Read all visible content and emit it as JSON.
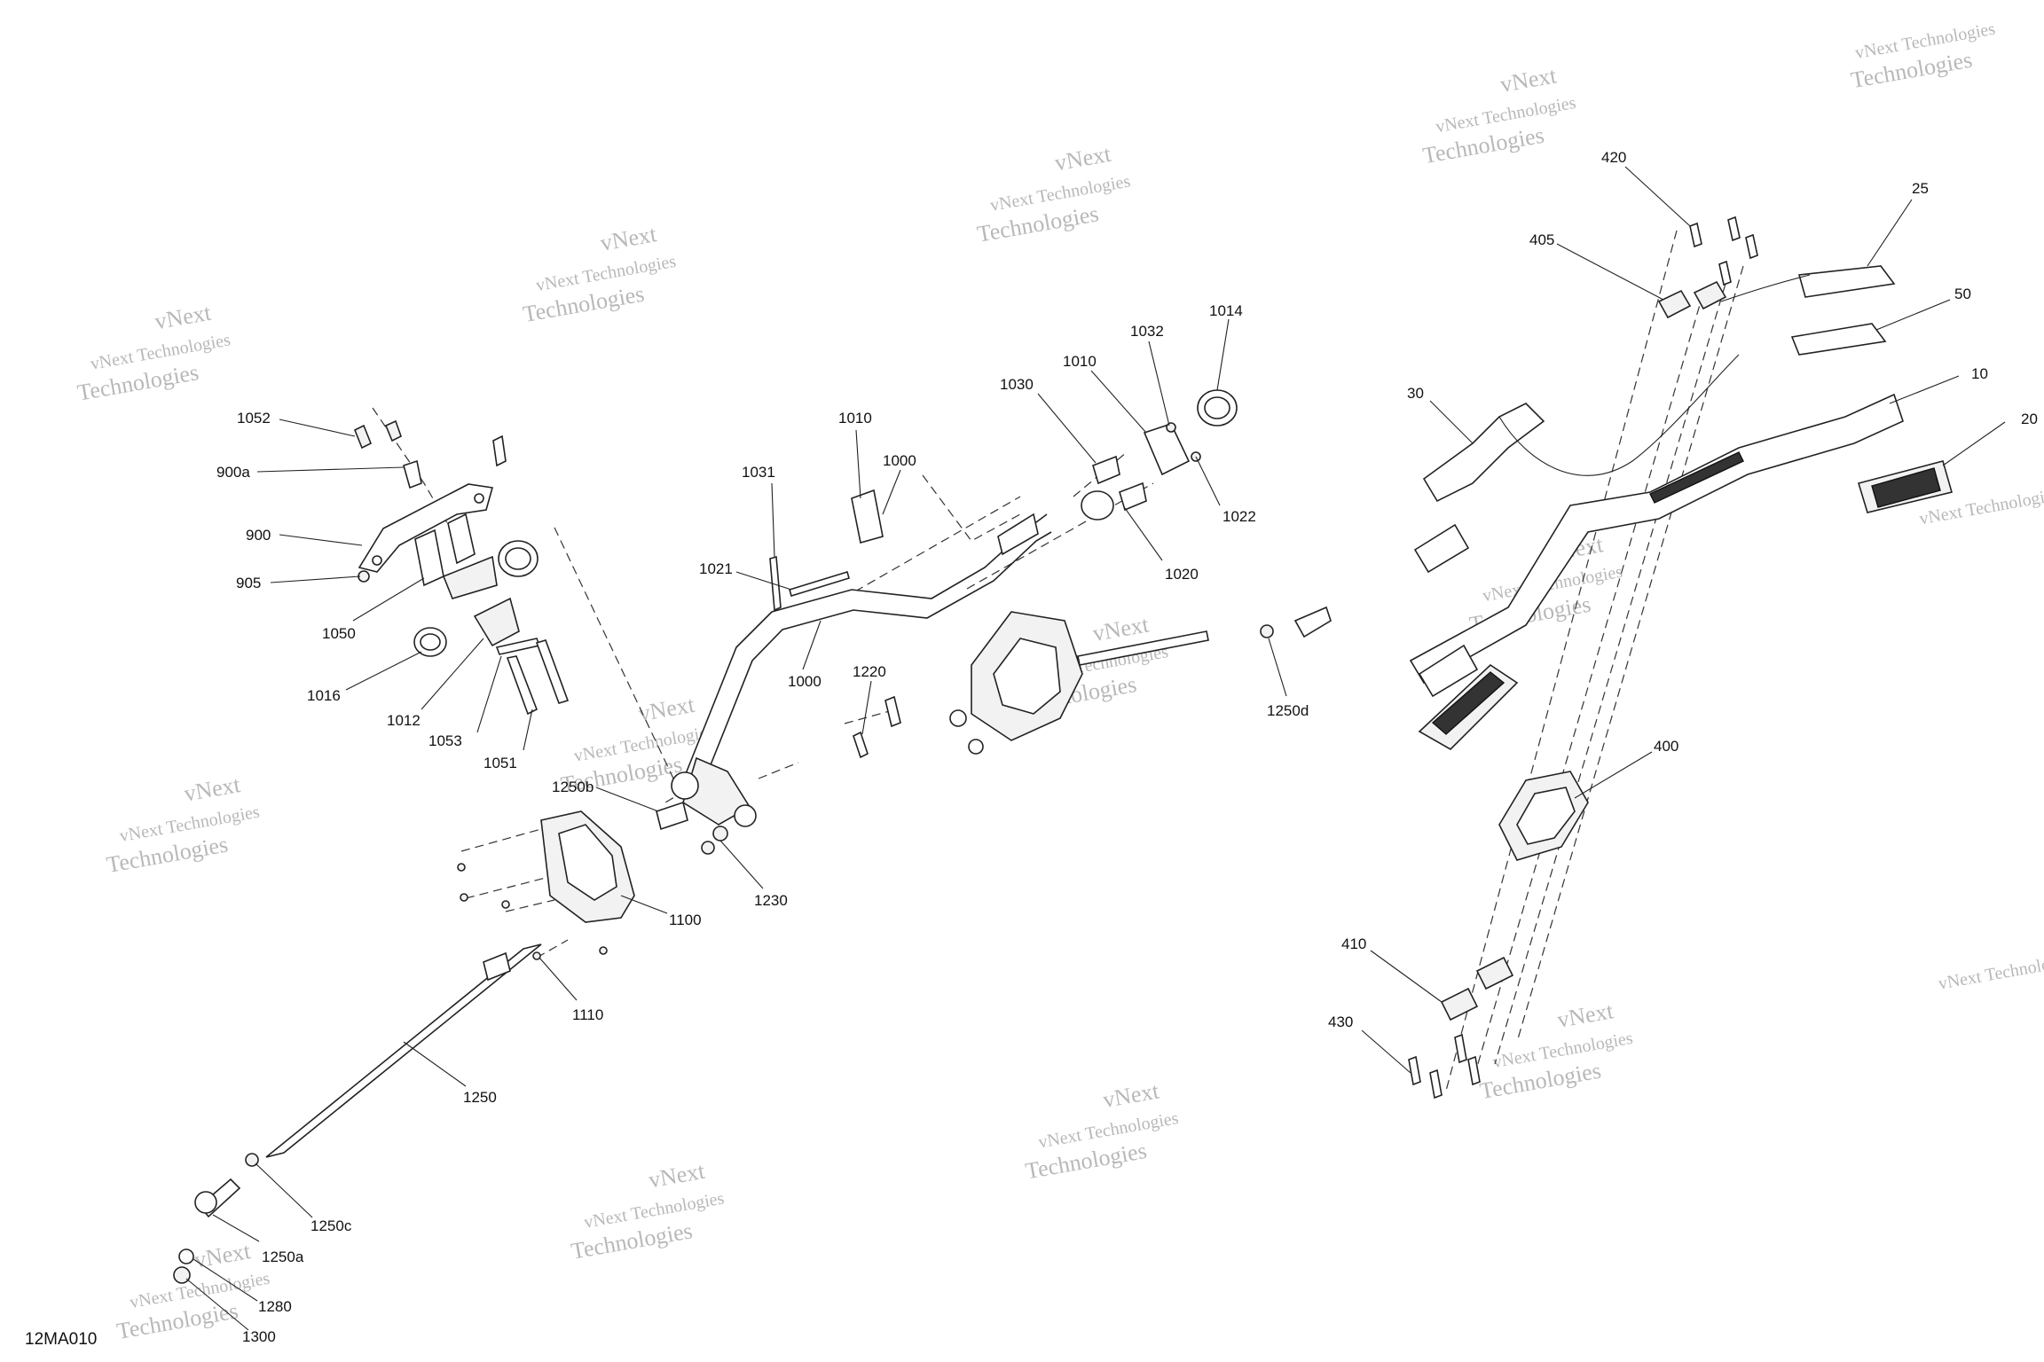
{
  "reference_code": "12MA010",
  "watermark": {
    "line1": "vNext Technologies",
    "line2": "Technologies",
    "line3": "vNext"
  },
  "callouts": [
    {
      "id": "1052",
      "label": "1052"
    },
    {
      "id": "900a",
      "label": "900a"
    },
    {
      "id": "900",
      "label": "900"
    },
    {
      "id": "905",
      "label": "905"
    },
    {
      "id": "1050",
      "label": "1050"
    },
    {
      "id": "1016",
      "label": "1016"
    },
    {
      "id": "1012",
      "label": "1012"
    },
    {
      "id": "1053",
      "label": "1053"
    },
    {
      "id": "1051",
      "label": "1051"
    },
    {
      "id": "1031",
      "label": "1031"
    },
    {
      "id": "1010a",
      "label": "1010"
    },
    {
      "id": "1000a",
      "label": "1000"
    },
    {
      "id": "1021",
      "label": "1021"
    },
    {
      "id": "1000b",
      "label": "1000"
    },
    {
      "id": "1030",
      "label": "1030"
    },
    {
      "id": "1010b",
      "label": "1010"
    },
    {
      "id": "1032",
      "label": "1032"
    },
    {
      "id": "1014",
      "label": "1014"
    },
    {
      "id": "1022",
      "label": "1022"
    },
    {
      "id": "1020",
      "label": "1020"
    },
    {
      "id": "1220",
      "label": "1220"
    },
    {
      "id": "1250b",
      "label": "1250b"
    },
    {
      "id": "1230",
      "label": "1230"
    },
    {
      "id": "1100",
      "label": "1100"
    },
    {
      "id": "1110",
      "label": "1110"
    },
    {
      "id": "1250",
      "label": "1250"
    },
    {
      "id": "1250c",
      "label": "1250c"
    },
    {
      "id": "1250a",
      "label": "1250a"
    },
    {
      "id": "1280",
      "label": "1280"
    },
    {
      "id": "1300",
      "label": "1300"
    },
    {
      "id": "1250d",
      "label": "1250d"
    },
    {
      "id": "420",
      "label": "420"
    },
    {
      "id": "405",
      "label": "405"
    },
    {
      "id": "25",
      "label": "25"
    },
    {
      "id": "50",
      "label": "50"
    },
    {
      "id": "10",
      "label": "10"
    },
    {
      "id": "20",
      "label": "20"
    },
    {
      "id": "30",
      "label": "30"
    },
    {
      "id": "400",
      "label": "400"
    },
    {
      "id": "410",
      "label": "410"
    },
    {
      "id": "430",
      "label": "430"
    }
  ]
}
